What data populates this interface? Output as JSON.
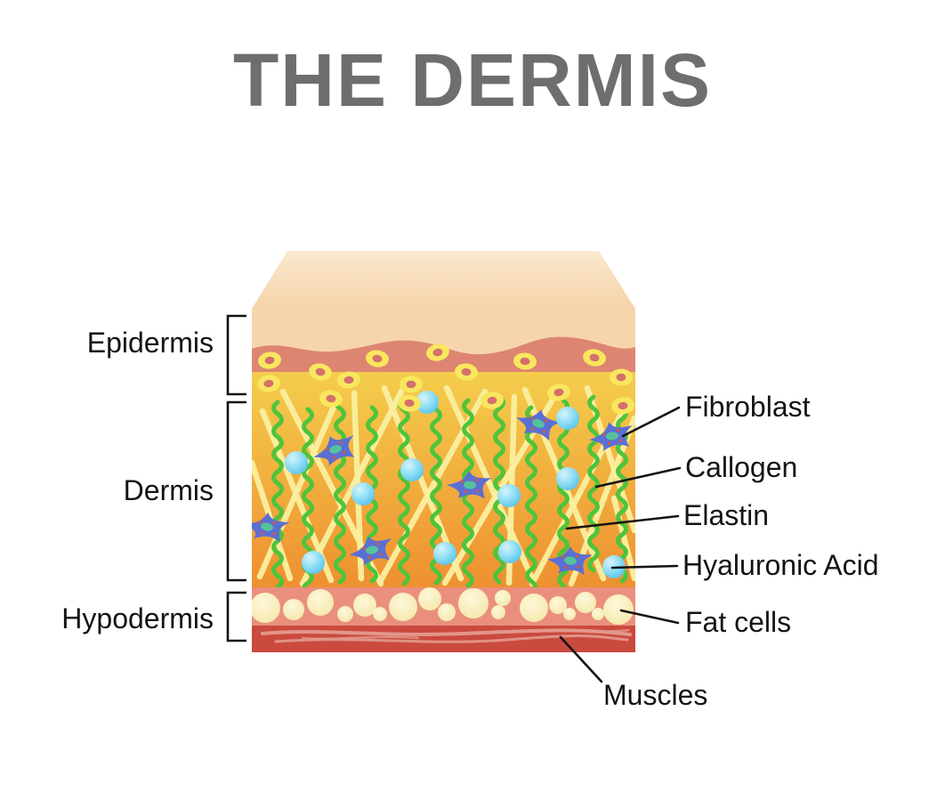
{
  "title": "THE DERMIS",
  "layers": [
    {
      "id": "epidermis",
      "label": "Epidermis"
    },
    {
      "id": "dermis",
      "label": "Dermis"
    },
    {
      "id": "hypodermis",
      "label": "Hypodermis"
    }
  ],
  "structures": [
    {
      "id": "fibroblast",
      "label": "Fibroblast"
    },
    {
      "id": "callogen",
      "label": "Callogen"
    },
    {
      "id": "elastin",
      "label": "Elastin"
    },
    {
      "id": "hyaluronic-acid",
      "label": "Hyaluronic Acid"
    },
    {
      "id": "fat-cells",
      "label": "Fat cells"
    },
    {
      "id": "muscles",
      "label": "Muscles"
    }
  ],
  "colors": {
    "background": "#ffffff",
    "title_text": "#6e6e6e",
    "label_text": "#141414",
    "pointer_line": "#141414",
    "bracket_line": "#141414",
    "top_face_light": "#fae8cf",
    "top_face_dark": "#f5d3a8",
    "front_peach": "#f6d5ac",
    "epidermis_band": "#dd8572",
    "cell_outer": "#f8e75e",
    "cell_inner": "#d4706c",
    "dermis_top": "#f4cd4c",
    "dermis_bottom": "#ee9030",
    "collagen_fiber": "#faf0a0",
    "elastin_fiber": "#4ec43b",
    "sphere_highlight": "#d6f4fc",
    "sphere_mid": "#8adcf4",
    "sphere_deep": "#55bfe9",
    "fibroblast_body": "#5b6fd4",
    "fibroblast_core": "#55c29a",
    "fibroblast_dot": "#d05a48",
    "hypodermis_band": "#ea8f7e",
    "fat_outer": "#f6e6a6",
    "fat_inner": "#fdf8dc",
    "muscle_band": "#ca4a3e",
    "muscle_fiber": "#e49a8e"
  }
}
